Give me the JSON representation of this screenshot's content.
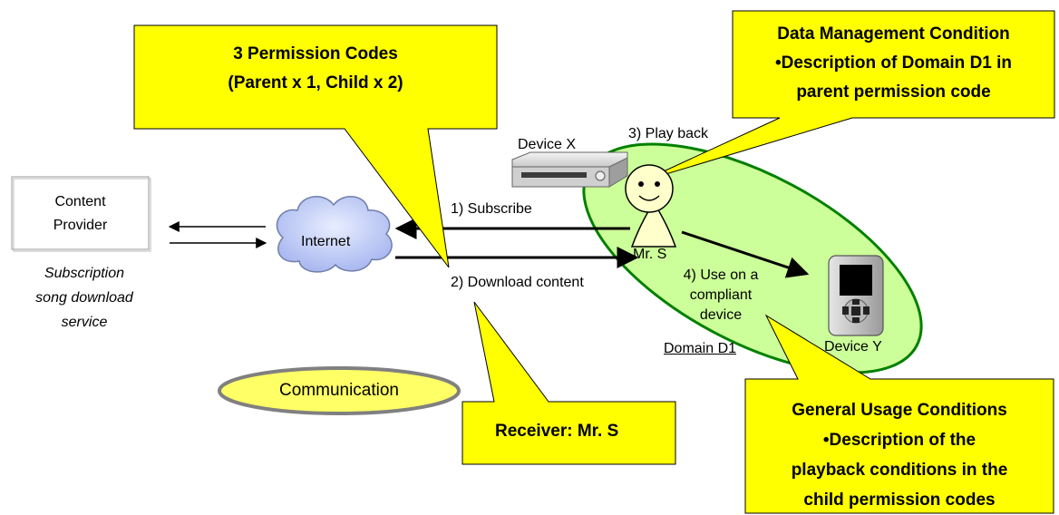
{
  "provider": {
    "box_lines": [
      "Content",
      "Provider"
    ],
    "caption_lines": [
      "Subscription",
      "song download",
      "service"
    ]
  },
  "internet": {
    "label": "Internet"
  },
  "communication": {
    "label": "Communication"
  },
  "callouts": {
    "permission_codes": [
      "3 Permission Codes",
      "(Parent x 1, Child x 2)"
    ],
    "data_management": [
      "Data Management Condition",
      "•Description of Domain D1 in",
      "parent permission code"
    ],
    "receiver": [
      "Receiver:  Mr. S"
    ],
    "general_usage": [
      "General Usage Conditions",
      "•Description of the",
      "playback conditions in the",
      "child permission codes"
    ]
  },
  "steps": {
    "subscribe": "1) Subscribe",
    "download": "2) Download content",
    "playback": "3) Play back",
    "use_lines": [
      "4) Use on a",
      "compliant",
      "device"
    ]
  },
  "devices": {
    "x": "Device X",
    "y": "Device Y"
  },
  "person": {
    "name": "Mr. S"
  },
  "domain": {
    "label": "Domain D1"
  },
  "colors": {
    "callout_fill": "#ffff00",
    "domain_fill": "#ccff99",
    "domain_stroke": "#008000",
    "communication_fill": "#ffff66",
    "communication_stroke": "#808080",
    "cloud_fill": "#c6d4ff",
    "person_fill": "#ffffcc"
  }
}
